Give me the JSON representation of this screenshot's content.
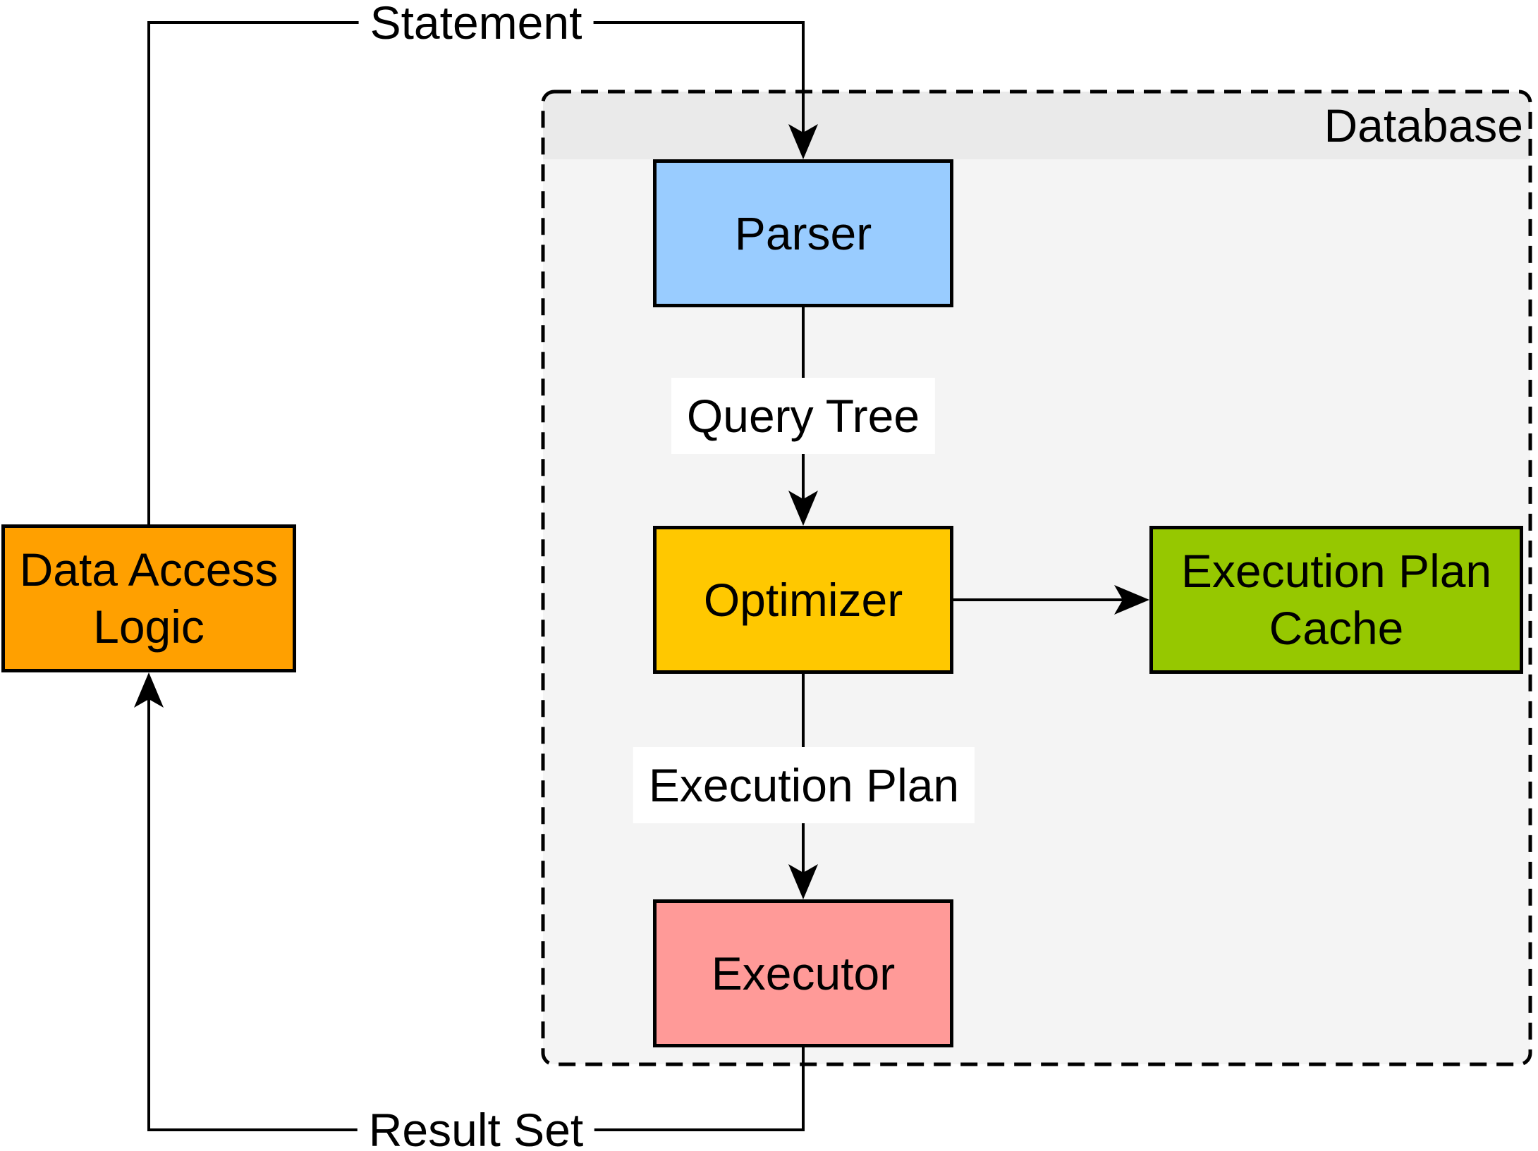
{
  "diagram": {
    "container": {
      "label": "Database",
      "header_color": "#EAEAEA",
      "body_color": "#F4F4F4",
      "border_style": "dashed"
    },
    "nodes": [
      {
        "id": "data-access-logic",
        "label": "Data Access Logic",
        "fill": "#FFA000"
      },
      {
        "id": "parser",
        "label": "Parser",
        "fill": "#99CCFF"
      },
      {
        "id": "optimizer",
        "label": "Optimizer",
        "fill": "#FFC800"
      },
      {
        "id": "execution-plan-cache",
        "label": "Execution Plan Cache",
        "fill": "#96C800"
      },
      {
        "id": "executor",
        "label": "Executor",
        "fill": "#FF9A98"
      }
    ],
    "edges": [
      {
        "label": "Statement",
        "from": "Data Access Logic",
        "to": "Parser"
      },
      {
        "label": "Query Tree",
        "from": "Parser",
        "to": "Optimizer"
      },
      {
        "label": "",
        "from": "Optimizer",
        "to": "Execution Plan Cache"
      },
      {
        "label": "Execution Plan",
        "from": "Optimizer",
        "to": "Executor"
      },
      {
        "label": "Result Set",
        "from": "Executor",
        "to": "Data Access Logic"
      }
    ],
    "line_color": "#000000"
  }
}
